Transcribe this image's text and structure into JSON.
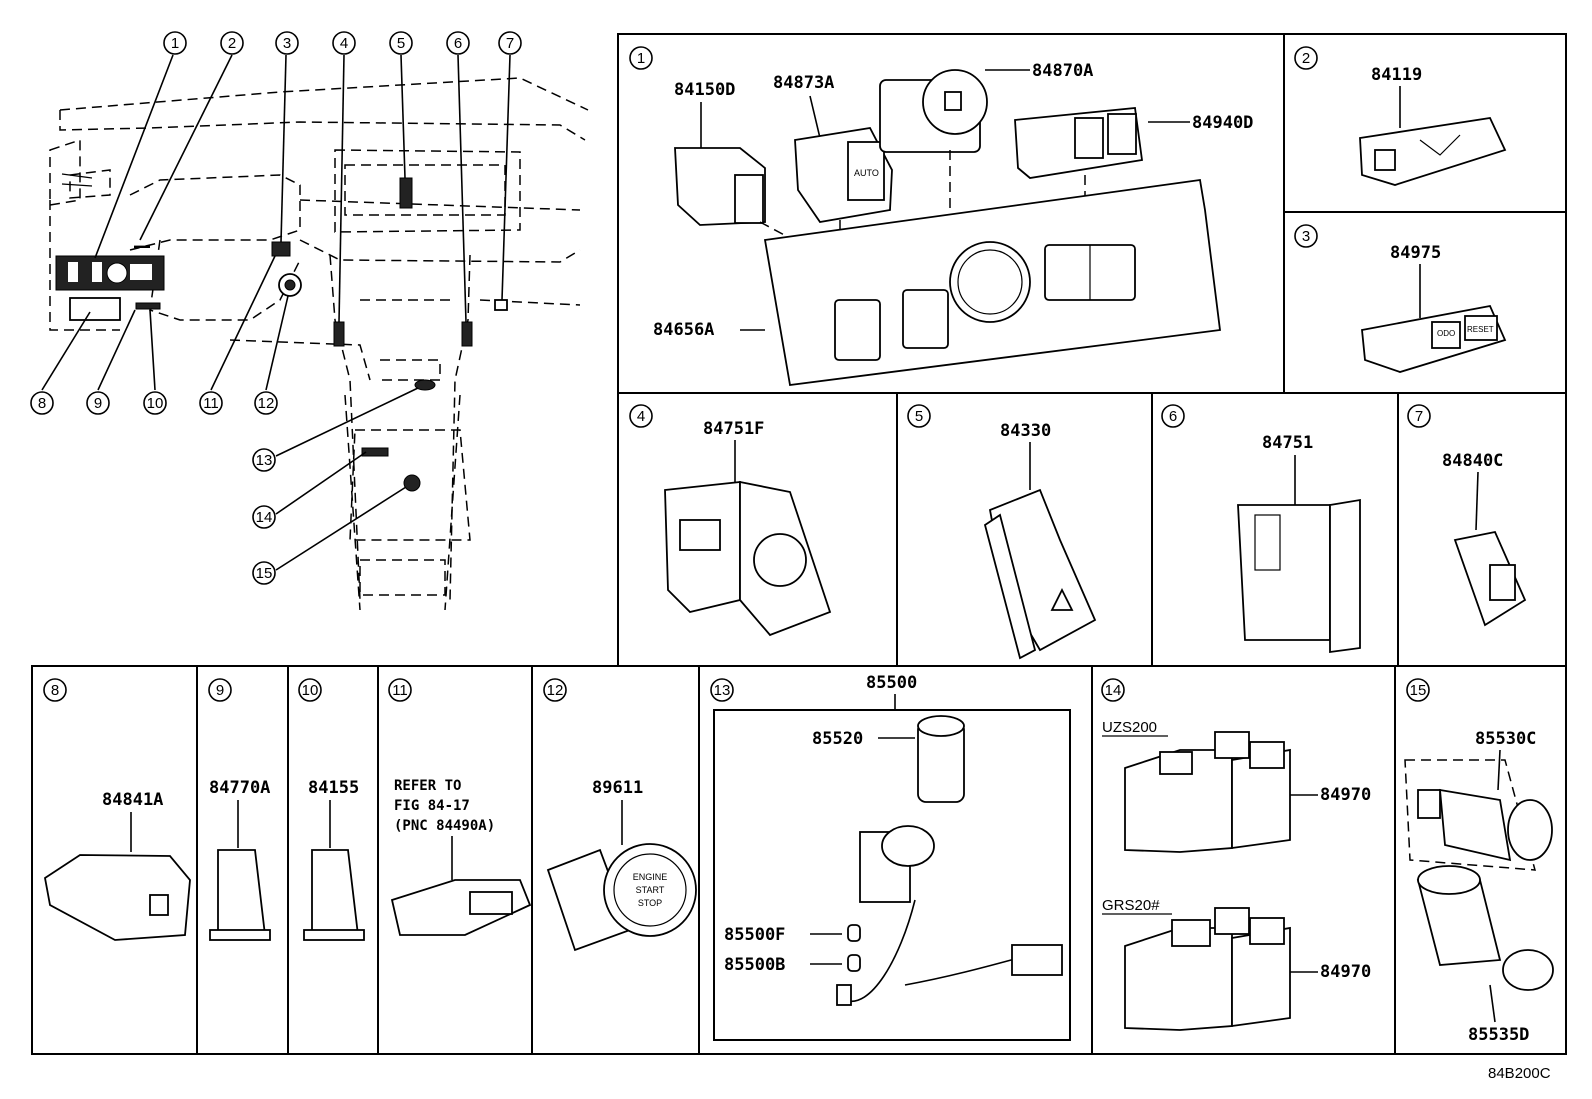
{
  "figure_code": "84B200C",
  "overview": {
    "callouts": [
      "1",
      "2",
      "3",
      "4",
      "5",
      "6",
      "7",
      "8",
      "9",
      "10",
      "11",
      "12",
      "13",
      "14",
      "15"
    ]
  },
  "panels": [
    {
      "id": "1",
      "parts": [
        "84150D",
        "84873A",
        "84870A",
        "84940D",
        "84656A"
      ]
    },
    {
      "id": "2",
      "parts": [
        "84119"
      ]
    },
    {
      "id": "3",
      "parts": [
        "84975"
      ]
    },
    {
      "id": "4",
      "parts": [
        "84751F"
      ]
    },
    {
      "id": "5",
      "parts": [
        "84330"
      ]
    },
    {
      "id": "6",
      "parts": [
        "84751"
      ]
    },
    {
      "id": "7",
      "parts": [
        "84840C"
      ]
    },
    {
      "id": "8",
      "parts": [
        "84841A"
      ]
    },
    {
      "id": "9",
      "parts": [
        "84770A"
      ]
    },
    {
      "id": "10",
      "parts": [
        "84155"
      ]
    },
    {
      "id": "11",
      "note": [
        "REFER TO",
        "FIG 84-17",
        "(PNC 84490A)"
      ]
    },
    {
      "id": "12",
      "parts": [
        "89611"
      ]
    },
    {
      "id": "13",
      "parts": [
        "85500",
        "85520",
        "85500F",
        "85500B"
      ]
    },
    {
      "id": "14",
      "models": [
        "UZS200",
        "GRS20#"
      ],
      "parts": [
        "84970",
        "84970"
      ]
    },
    {
      "id": "15",
      "parts": [
        "85530C",
        "85535D"
      ]
    }
  ],
  "button_text": {
    "start": [
      "ENGINE",
      "START",
      "STOP"
    ],
    "reset": "RESET",
    "odo": "ODO",
    "auto": "AUTO"
  }
}
